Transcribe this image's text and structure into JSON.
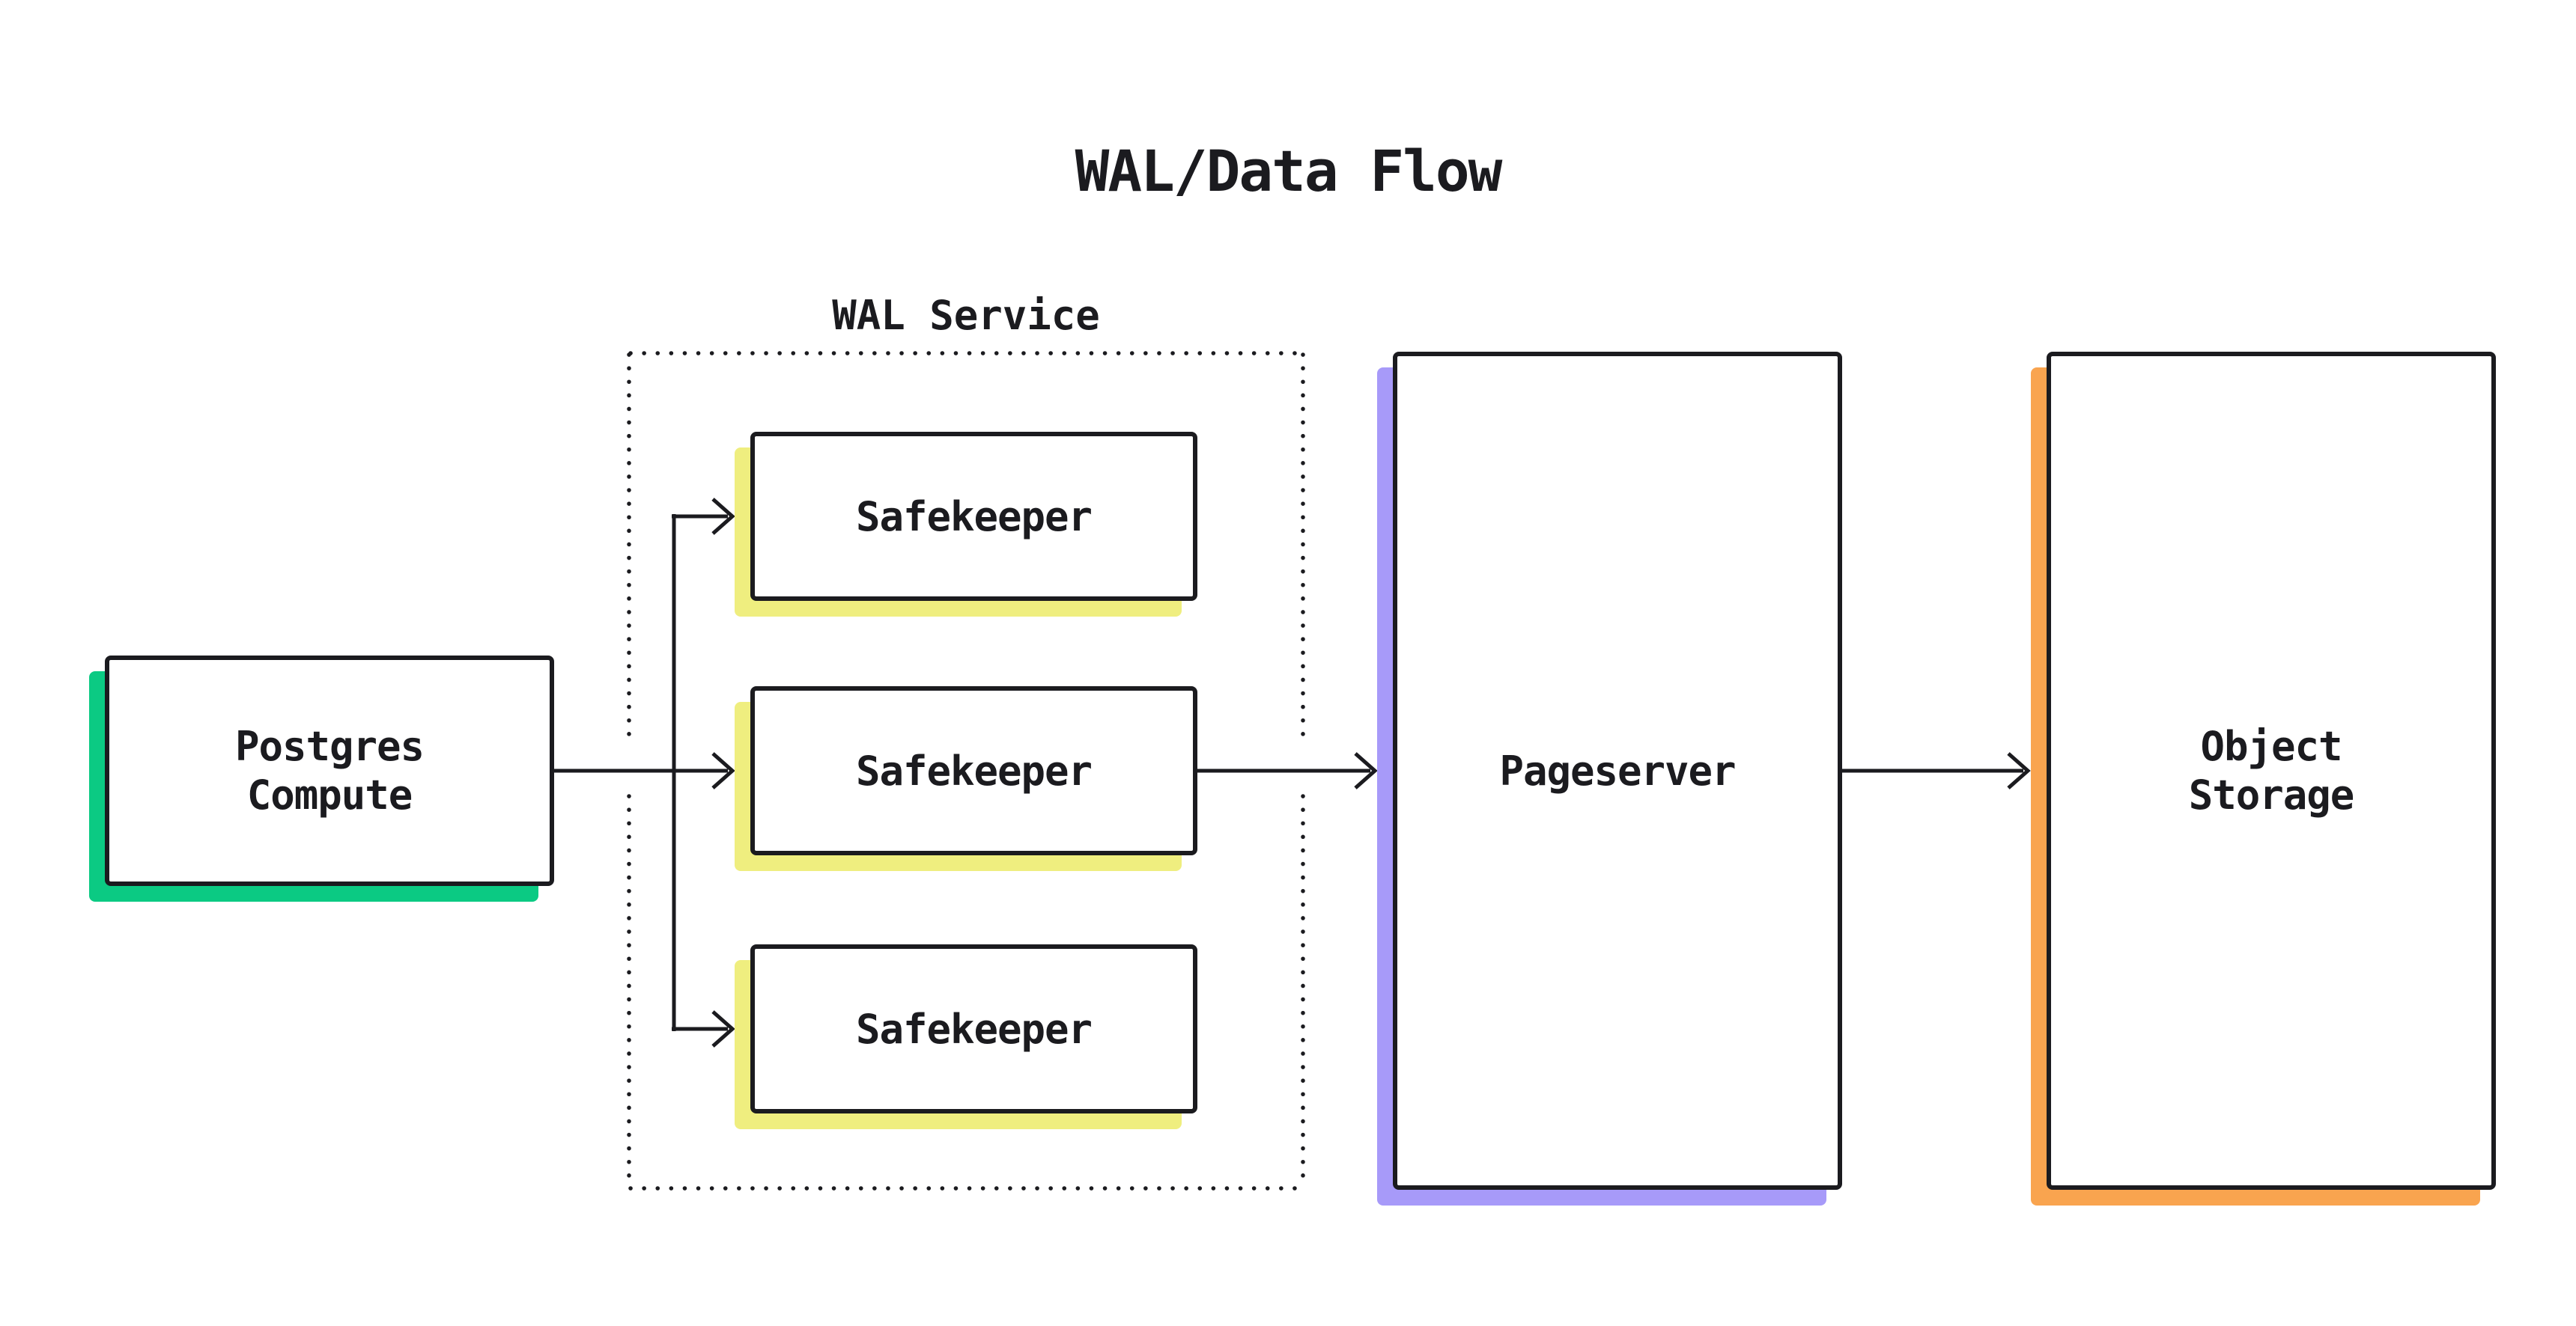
{
  "page": {
    "title": "WAL/Data Flow"
  },
  "colors": {
    "ink": "#1b1b1f",
    "background": "#ffffff",
    "compute_accent": "#0bca83",
    "safekeeper_accent": "#efee7f",
    "pageserver_accent": "#a79af9",
    "storage_accent": "#f9a44f"
  },
  "wal_service": {
    "label": "WAL Service"
  },
  "nodes": {
    "postgres_compute": {
      "line1": "Postgres",
      "line2": "Compute"
    },
    "safekeeper_1": {
      "label": "Safekeeper"
    },
    "safekeeper_2": {
      "label": "Safekeeper"
    },
    "safekeeper_3": {
      "label": "Safekeeper"
    },
    "pageserver": {
      "label": "Pageserver"
    },
    "object_storage": {
      "line1": "Object",
      "line2": "Storage"
    }
  }
}
